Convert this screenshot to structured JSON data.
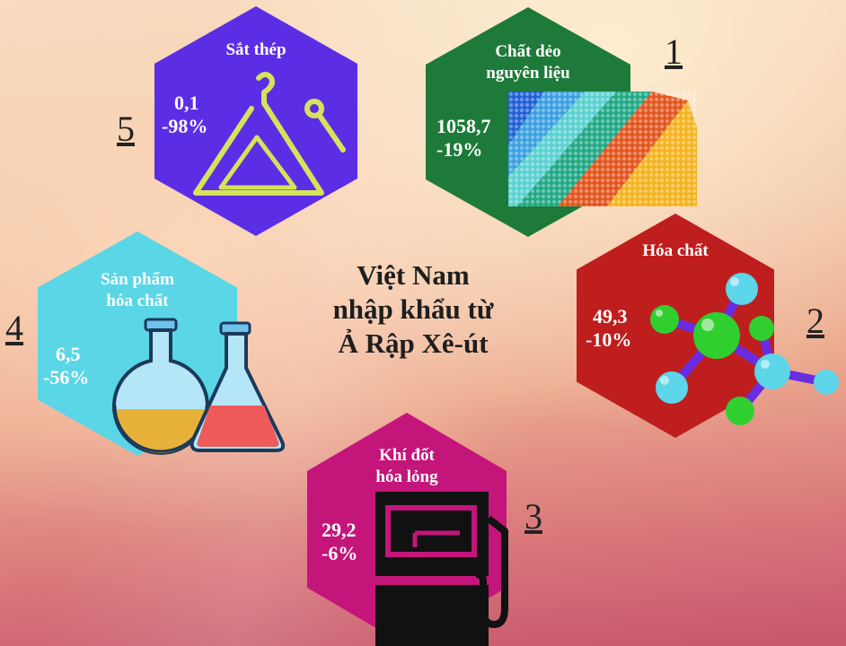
{
  "title_lines": [
    "Việt Nam",
    "nhập khẩu từ",
    "Ả Rập Xê-út"
  ],
  "items": [
    {
      "rank": "1",
      "name_lines": [
        "Chất dẻo",
        "nguyên liệu"
      ],
      "value": "1058,7",
      "change": "-19%",
      "color": "#1e7a3a",
      "icon": "plastic-granules-image"
    },
    {
      "rank": "2",
      "name_lines": [
        "Hóa chất",
        ""
      ],
      "value": "49,3",
      "change": "-10%",
      "color": "#bf1e1e",
      "icon": "molecule-icon"
    },
    {
      "rank": "3",
      "name_lines": [
        "Khí đốt",
        "hóa lỏng"
      ],
      "value": "29,2",
      "change": "-6%",
      "color": "#c4157a",
      "icon": "gas-pump-icon"
    },
    {
      "rank": "4",
      "name_lines": [
        "Sản phẩm",
        "hóa chất"
      ],
      "value": "6,5",
      "change": "-56%",
      "color": "#5ad6e6",
      "icon": "lab-flasks-icon"
    },
    {
      "rank": "5",
      "name_lines": [
        "Sắt thép",
        ""
      ],
      "value": "0,1",
      "change": "-98%",
      "color": "#5b2ee6",
      "icon": "triangle-instrument-icon"
    }
  ]
}
